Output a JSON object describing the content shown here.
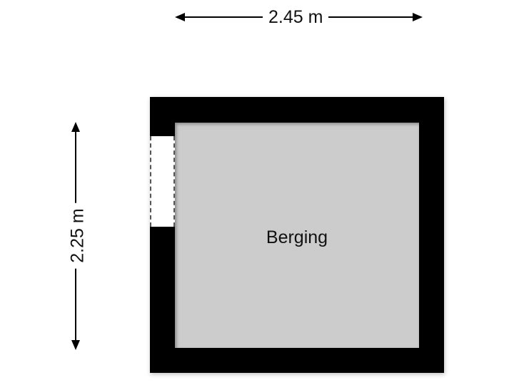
{
  "floorplan": {
    "room": {
      "name": "Berging",
      "fill_color": "#cccccc"
    },
    "wall_color": "#000000",
    "dimensions": {
      "width": "2.45 m",
      "height": "2.25 m"
    },
    "openings": [
      {
        "type": "door",
        "wall": "left"
      }
    ]
  }
}
